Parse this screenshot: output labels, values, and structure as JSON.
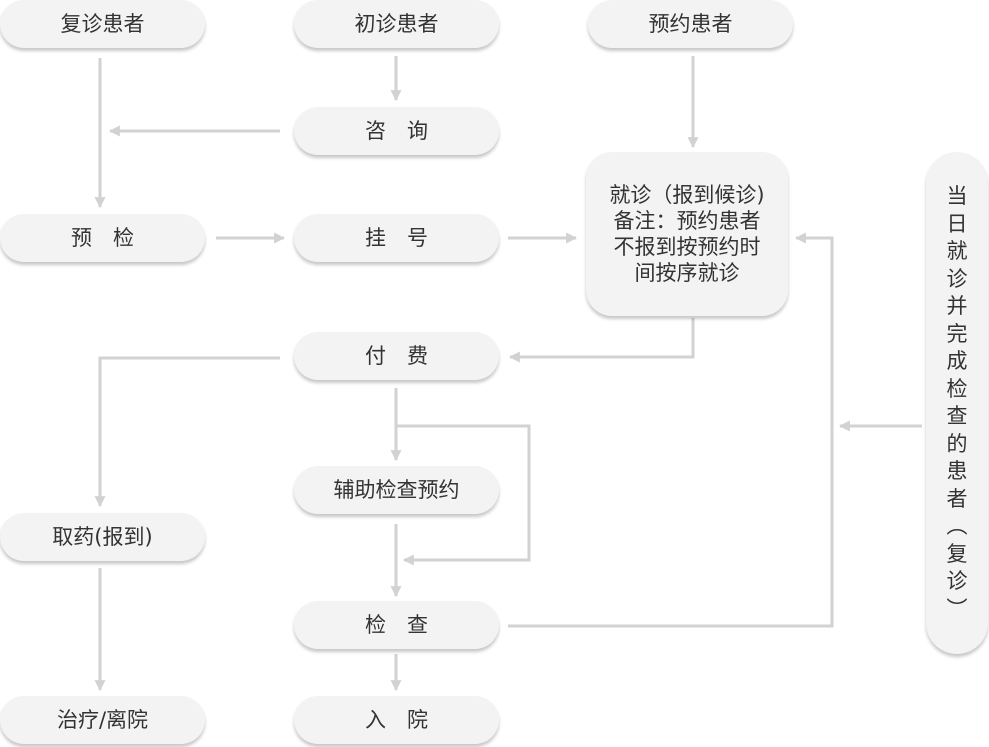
{
  "nodes": {
    "return_patient": "复诊患者",
    "first_patient": "初诊患者",
    "appointment_patient": "预约患者",
    "consult": "咨　询",
    "precheck": "预　检",
    "register": "挂　号",
    "visit_lines": [
      "就诊（报到候诊)",
      "备注：预约患者",
      "不报到按预约时",
      "间按序就诊"
    ],
    "pay": "付　费",
    "aux_exam_booking": "辅助检查预约",
    "medicine": "取药(报到)",
    "exam": "检　查",
    "treatment": "治疗/离院",
    "admission": "入　院",
    "same_day_label": "当日就诊并完成检查的患者（复诊）"
  },
  "colors": {
    "node_fill": "#f3f3f3",
    "arrow": "#d2d2d2",
    "text": "#333333"
  }
}
